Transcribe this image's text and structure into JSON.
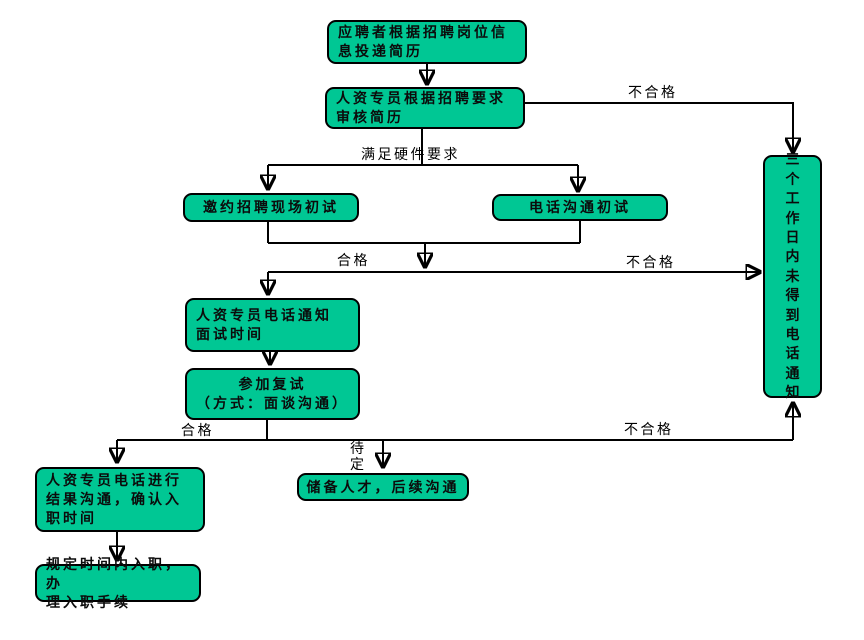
{
  "diagram_type": "flowchart",
  "colors": {
    "node_fill": "#00c794",
    "node_border": "#000000",
    "connector": "#000000",
    "text": "#0b0b0b",
    "background": "#ffffff"
  },
  "nodes": {
    "submit_resume": {
      "label": "应聘者根据招聘岗位信\n息投递简历"
    },
    "review_resume": {
      "label": "人资专员根据招聘要求\n审核简历"
    },
    "onsite_interview": {
      "label": "邀约招聘现场初试"
    },
    "phone_interview": {
      "label": "电话沟通初试"
    },
    "notify_interview_time": {
      "label": "人资专员电话通知\n面试时间"
    },
    "second_interview": {
      "label": "参加复试\n（方式：面谈沟通）"
    },
    "result_communication": {
      "label": "人资专员电话进行\n结果沟通，确认入\n职时间"
    },
    "reserve_talent": {
      "label": "储备人才，后续沟通"
    },
    "onboard": {
      "label": "规定时间内入职，办\n理入职手续"
    },
    "no_phone_notice": {
      "label": "三个工作日内未得到电话通知"
    }
  },
  "edge_labels": {
    "review_unqualified": "不合格",
    "meet_hardware_requirements": "满足硬件要求",
    "initial_qualified": "合格",
    "initial_unqualified": "不合格",
    "second_qualified": "合格",
    "second_pending": "待定",
    "second_unqualified": "不合格"
  },
  "edges": [
    {
      "from": "submit_resume",
      "to": "review_resume",
      "label": ""
    },
    {
      "from": "review_resume",
      "to": "no_phone_notice",
      "label": "不合格"
    },
    {
      "from": "review_resume",
      "to": "onsite_interview",
      "label": "满足硬件要求"
    },
    {
      "from": "review_resume",
      "to": "phone_interview",
      "label": "满足硬件要求"
    },
    {
      "from": "onsite_interview",
      "to": "notify_interview_time",
      "label": "合格"
    },
    {
      "from": "phone_interview",
      "to": "notify_interview_time",
      "label": "合格"
    },
    {
      "from": "onsite_interview",
      "to": "no_phone_notice",
      "label": "不合格"
    },
    {
      "from": "phone_interview",
      "to": "no_phone_notice",
      "label": "不合格"
    },
    {
      "from": "notify_interview_time",
      "to": "second_interview",
      "label": ""
    },
    {
      "from": "second_interview",
      "to": "result_communication",
      "label": "合格"
    },
    {
      "from": "second_interview",
      "to": "reserve_talent",
      "label": "待定"
    },
    {
      "from": "second_interview",
      "to": "no_phone_notice",
      "label": "不合格"
    },
    {
      "from": "result_communication",
      "to": "onboard",
      "label": ""
    }
  ]
}
